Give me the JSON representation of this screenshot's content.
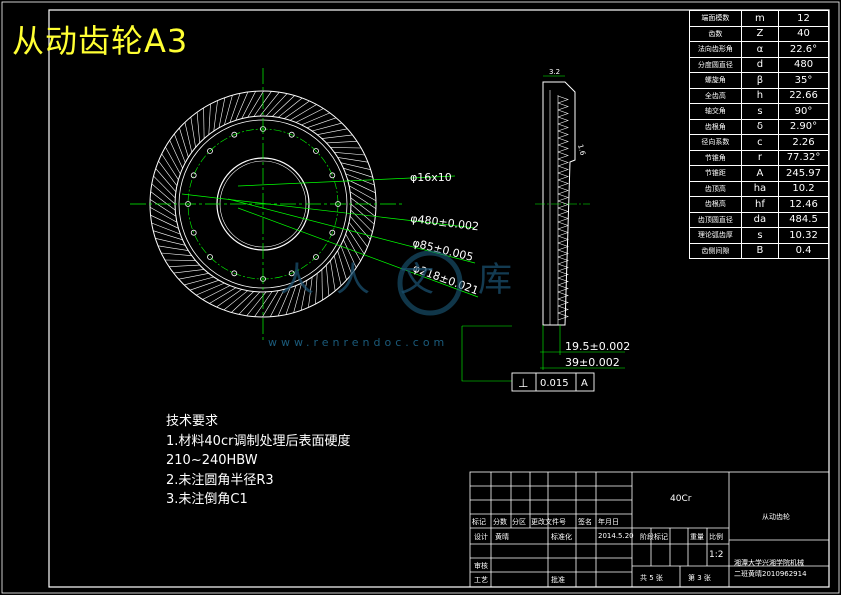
{
  "title": "从动齿轮A3",
  "params": [
    {
      "name": "端面模数",
      "sym": "m",
      "val": "12"
    },
    {
      "name": "齿数",
      "sym": "Z",
      "val": "40"
    },
    {
      "name": "法向齿形角",
      "sym": "α",
      "val": "22.6°"
    },
    {
      "name": "分度圆直径",
      "sym": "d",
      "val": "480"
    },
    {
      "name": "螺旋角",
      "sym": "β",
      "val": "35°"
    },
    {
      "name": "全齿高",
      "sym": "h",
      "val": "22.66"
    },
    {
      "name": "轴交角",
      "sym": "s",
      "val": "90°"
    },
    {
      "name": "齿根角",
      "sym": "δ",
      "val": "2.90°"
    },
    {
      "name": "径向系数",
      "sym": "c",
      "val": "2.26"
    },
    {
      "name": "节锥角",
      "sym": "r",
      "val": "77.32°"
    },
    {
      "name": "节锥距",
      "sym": "A",
      "val": "245.97"
    },
    {
      "name": "齿顶高",
      "sym": "ha",
      "val": "10.2"
    },
    {
      "name": "齿根高",
      "sym": "hf",
      "val": "12.46"
    },
    {
      "name": "齿顶圆直径",
      "sym": "da",
      "val": "484.5"
    },
    {
      "name": "理论弧齿厚",
      "sym": "s",
      "val": "10.32"
    },
    {
      "name": "齿侧间隙",
      "sym": "B",
      "val": "0.4"
    }
  ],
  "dimensions": {
    "d1": "φ16x10",
    "d2": "φ480±0.002",
    "d3": "φ85±0.005",
    "d4": "φ218±0.021",
    "w1": "19.5±0.002",
    "w2": "39±0.002",
    "top": "3.2",
    "side": "1.6",
    "tolerance_symbol": "⊥",
    "tolerance_value": "0.015",
    "datum": "A"
  },
  "tech": {
    "heading": "技术要求",
    "line1": "1.材料40cr调制处理后表面硬度",
    "line2": "210~240HBW",
    "line3": "2.未注圆角半径R3",
    "line4": "3.未注倒角C1"
  },
  "title_block": {
    "material": "40Cr",
    "part_name": "从动齿轮",
    "h_mark": "标记",
    "h_count": "分数",
    "h_zone": "分区",
    "h_doc": "更改文件号",
    "h_sign": "签名",
    "h_date": "年月日",
    "design": "设计",
    "designer": "黄晴",
    "standardize": "标准化",
    "date": "2014.5.20",
    "stage": "阶段标记",
    "weight": "重量",
    "scale": "比例",
    "scale_value": "1:2",
    "review": "审核",
    "process": "工艺",
    "approve": "批准",
    "sheets_total": "共 5 张",
    "sheet_no": "第 3 张",
    "school": "湘潭大学兴湘学院机械",
    "class_info": "二班黄晴2010962914"
  },
  "watermark": {
    "chars": [
      "人",
      "人",
      "文",
      "库"
    ],
    "url": "www.renrendoc.com"
  }
}
